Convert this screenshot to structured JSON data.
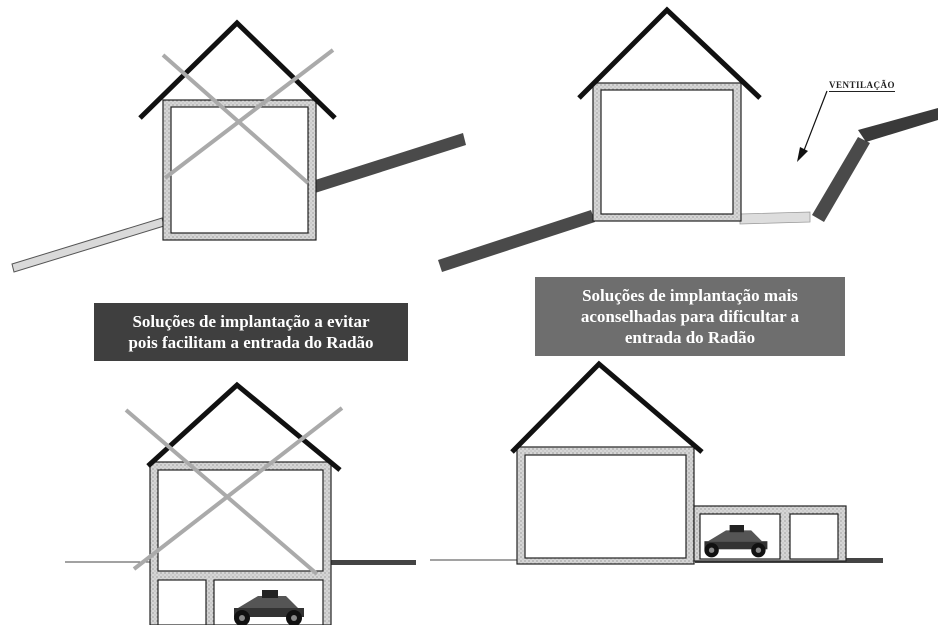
{
  "captions": {
    "avoid": {
      "line1": "Soluções de implantação a evitar",
      "line2": "pois facilitam a entrada do Radão",
      "color": "#3f3f3f"
    },
    "recommended": {
      "line1": "Soluções de implantação mais",
      "line2": "aconselhadas para dificultar a",
      "line3": "entrada do Radão",
      "color": "#6e6e6e"
    }
  },
  "labels": {
    "ventilation": "VENTILAÇÃO"
  },
  "colors": {
    "roof": "#111111",
    "wall_outer": "#2a2a2a",
    "wall_fill": "#d8d8d8",
    "cross": "#a8a8a8",
    "slope_dark": "#4a4a4a",
    "slope_light": "#d0d0d0"
  },
  "icons": [
    "race-car-icon",
    "cross-out-mark",
    "ventilation-arrow"
  ]
}
